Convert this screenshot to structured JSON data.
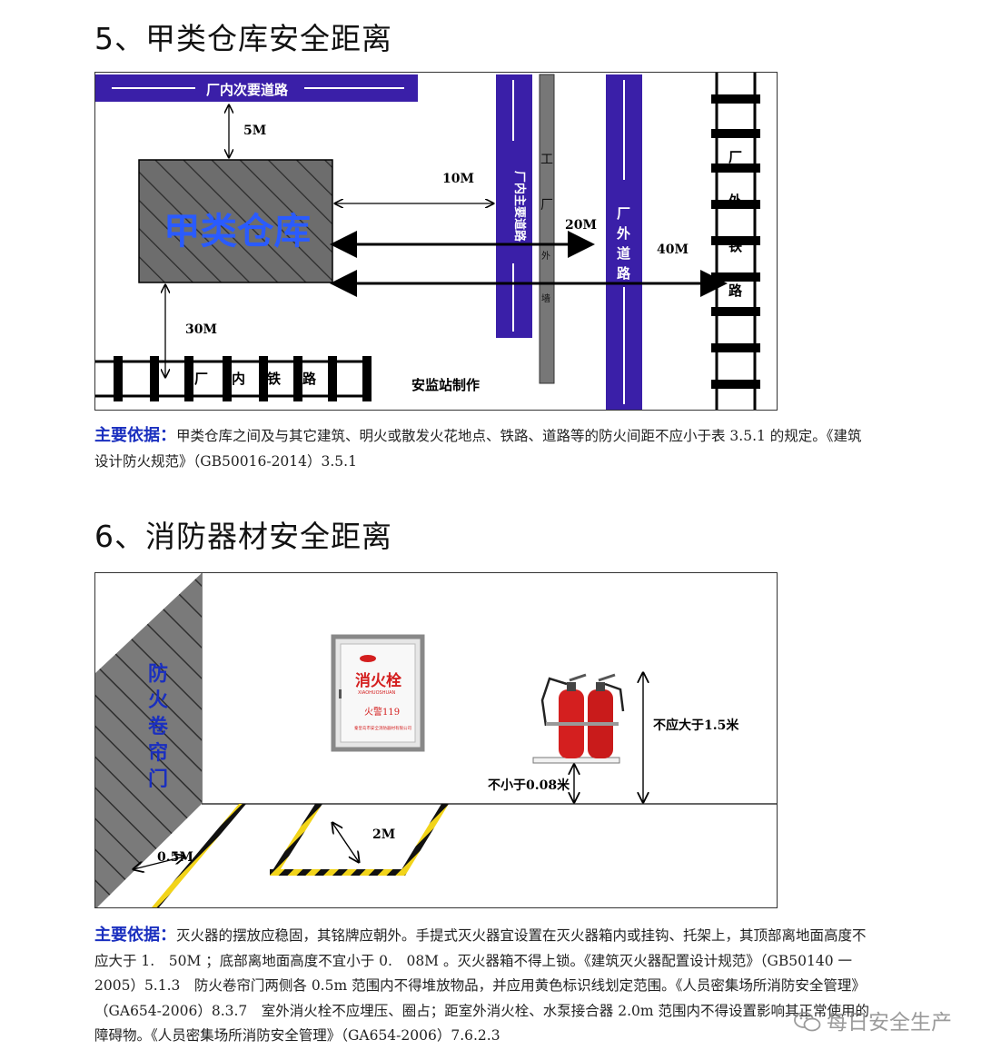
{
  "section5": {
    "heading": "5、甲类仓库安全距离",
    "fig": {
      "road_minor": "厂内次要道路",
      "warehouse": "甲类仓库",
      "dist_5m": "5M",
      "dist_10m": "10M",
      "dist_20m": "20M",
      "dist_30m": "30M",
      "dist_40m": "40M",
      "main_road": [
        "厂",
        "内",
        "主",
        "要",
        "道",
        "路"
      ],
      "wall": [
        "工",
        "厂",
        "外",
        "墙"
      ],
      "outside_road": [
        "厂",
        "外",
        "道",
        "路"
      ],
      "outside_rail": [
        "厂",
        "外",
        "铁",
        "路"
      ],
      "inside_rail": [
        "厂",
        "内",
        "铁",
        "路"
      ],
      "credit": "安监站制作"
    },
    "basis_label": "主要依据：",
    "basis_text": "甲类仓库之间及与其它建筑、明火或散发火花地点、铁路、道路等的防火间距不应小于表 3.5.1 的规定。《建筑设计防火规范》（GB50016-2014）3.5.1"
  },
  "section6": {
    "heading": "6、消防器材安全距离",
    "fig": {
      "door": [
        "防",
        "火",
        "卷",
        "帘",
        "门"
      ],
      "hydrant_title": "消火栓",
      "hydrant_sub": "XIAOHUOSHUAN",
      "hydrant_phone": "火警119",
      "hydrant_maker": "秦皇岛市安全消防器材有限公司",
      "max_height": "不应大于1.5米",
      "min_height": "不小于0.08米",
      "dist_2m": "2M",
      "dist_05m": "0.5M"
    },
    "basis_label": "主要依据：",
    "basis_text": "灭火器的摆放应稳固，其铭牌应朝外。手提式灭火器宜设置在灭火器箱内或挂钩、托架上，其顶部离地面高度不应大于 1.　50M ；底部离地面高度不宜小于 0.　08M 。灭火器箱不得上锁。《建筑灭火器配置设计规范》（GB50140 一 2005）5.1.3　防火卷帘门两侧各 0.5m 范围内不得堆放物品，并应用黄色标识线划定范围。《人员密集场所消防安全管理》（GA654-2006）8.3.7　室外消火栓不应埋压、圈占；距室外消火栓、水泵接合器 2.0m 范围内不得设置影响其正常使用的障碍物。《人员密集场所消防安全管理》（GA654-2006）7.6.2.3"
  },
  "watermark": "每日安全生产",
  "colors": {
    "road_blue": "#3a1fa8",
    "accent_blue": "#1a2fbf",
    "hatch_gray": "#6e6e6e",
    "wall_gray": "#777777",
    "hazard_yellow": "#f2d41a",
    "extinguisher_red": "#d41f1f"
  }
}
